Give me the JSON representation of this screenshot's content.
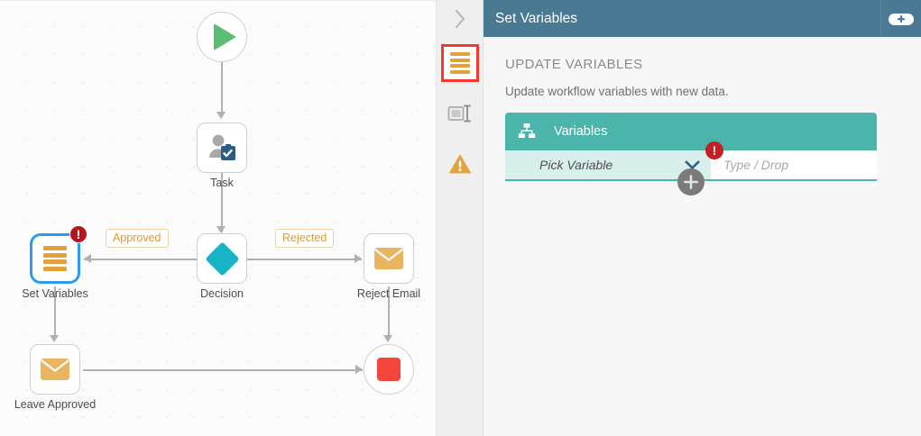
{
  "canvas": {
    "nodes": [
      {
        "id": "start",
        "label": "",
        "icon": "play-icon"
      },
      {
        "id": "task",
        "label": "Task",
        "icon": "user-task-icon"
      },
      {
        "id": "decision",
        "label": "Decision",
        "icon": "diamond-icon"
      },
      {
        "id": "setvars",
        "label": "Set Variables",
        "icon": "variables-bars-icon",
        "badge": "!"
      },
      {
        "id": "reject",
        "label": "Reject Email",
        "icon": "envelope-icon"
      },
      {
        "id": "approved",
        "label": "Leave Approved",
        "icon": "envelope-icon"
      },
      {
        "id": "end",
        "label": "",
        "icon": "stop-icon"
      }
    ],
    "edge_labels": {
      "approved": "Approved",
      "rejected": "Rejected"
    },
    "colors": {
      "selection": "#2b9bf0",
      "start": "#5bbd72",
      "stop": "#f4463c",
      "decision": "#17b4c8",
      "envelope": "#eab560",
      "bars": "#e2a33f",
      "error_badge": "#b3161b",
      "tag_text": "#e09a32"
    }
  },
  "panel": {
    "collapse_icon": "chevron-right-icon",
    "title": "Set Variables",
    "add_icon": "plus-icon",
    "header_color": "#4a7a93",
    "rail": [
      {
        "name": "variables-tab",
        "icon": "variables-bars-icon",
        "active": true
      },
      {
        "name": "form-tab",
        "icon": "input-field-icon",
        "active": false
      },
      {
        "name": "warnings-tab",
        "icon": "warning-triangle-icon",
        "active": false
      }
    ],
    "section": {
      "title": "UPDATE VARIABLES",
      "description": "Update workflow variables with new data."
    },
    "card": {
      "icon": "sitemap-icon",
      "title": "Variables",
      "accent_color": "#4cb5ab",
      "row": {
        "select_value": "Pick Variable",
        "select_chevron": "chevron-down-icon",
        "input_placeholder": "Type / Drop",
        "input_value": "",
        "badge": "!"
      },
      "add_row_icon": "plus-icon"
    }
  }
}
